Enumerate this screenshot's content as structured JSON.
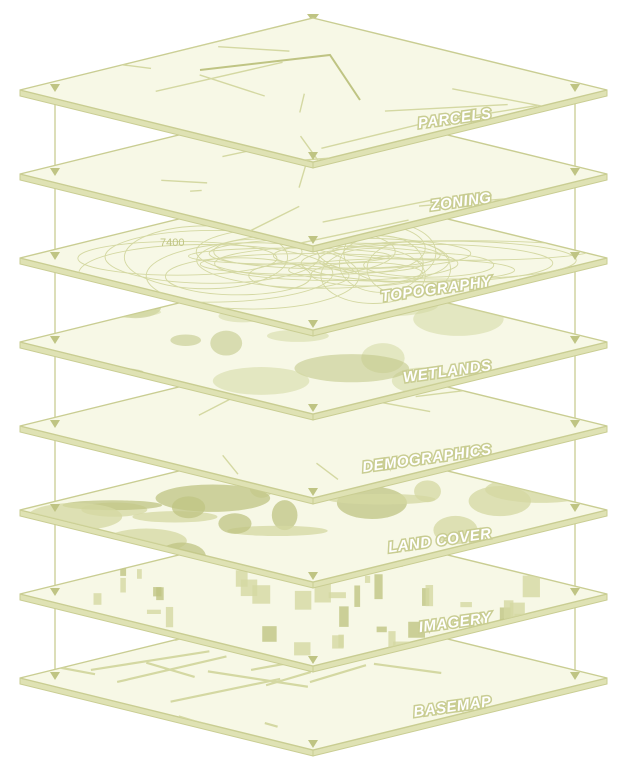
{
  "diagram": {
    "colors": {
      "fill": "#f7f8e6",
      "edge": "#dfe2b4",
      "stroke": "#c9cd92",
      "detail": "#d4d8a2",
      "dark": "#bfc483"
    },
    "layers": [
      {
        "label": "PARCELS",
        "pattern": "parcel-lines"
      },
      {
        "label": "ZONING",
        "pattern": "zone-lines"
      },
      {
        "label": "TOPOGRAPHY",
        "pattern": "contours"
      },
      {
        "label": "WETLANDS",
        "pattern": "blobs"
      },
      {
        "label": "DEMOGRAPHICS",
        "pattern": "tracts"
      },
      {
        "label": "LAND COVER",
        "pattern": "patches"
      },
      {
        "label": "IMAGERY",
        "pattern": "buildings"
      },
      {
        "label": "BASEMAP",
        "pattern": "roads"
      }
    ],
    "topography_contour_label": "7400"
  }
}
